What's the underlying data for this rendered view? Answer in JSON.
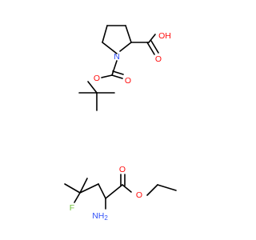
{
  "colors": {
    "bond": "#000000",
    "carbon": "#000000",
    "oxygen": "#ff0d0d",
    "nitrogen": "#3050f8",
    "fluorine": "#6fbf3a"
  },
  "molecules": [
    {
      "id": "boc_proline",
      "labels": {
        "n1": "N",
        "o_carbonyl": "O",
        "o_ester": "O",
        "oh": "OH",
        "o_acid": "O"
      }
    },
    {
      "id": "amino_ester",
      "labels": {
        "f": "F",
        "nh2": "NH",
        "nh2_sub": "2",
        "o_carbonyl": "O",
        "o_ester": "O"
      }
    }
  ]
}
